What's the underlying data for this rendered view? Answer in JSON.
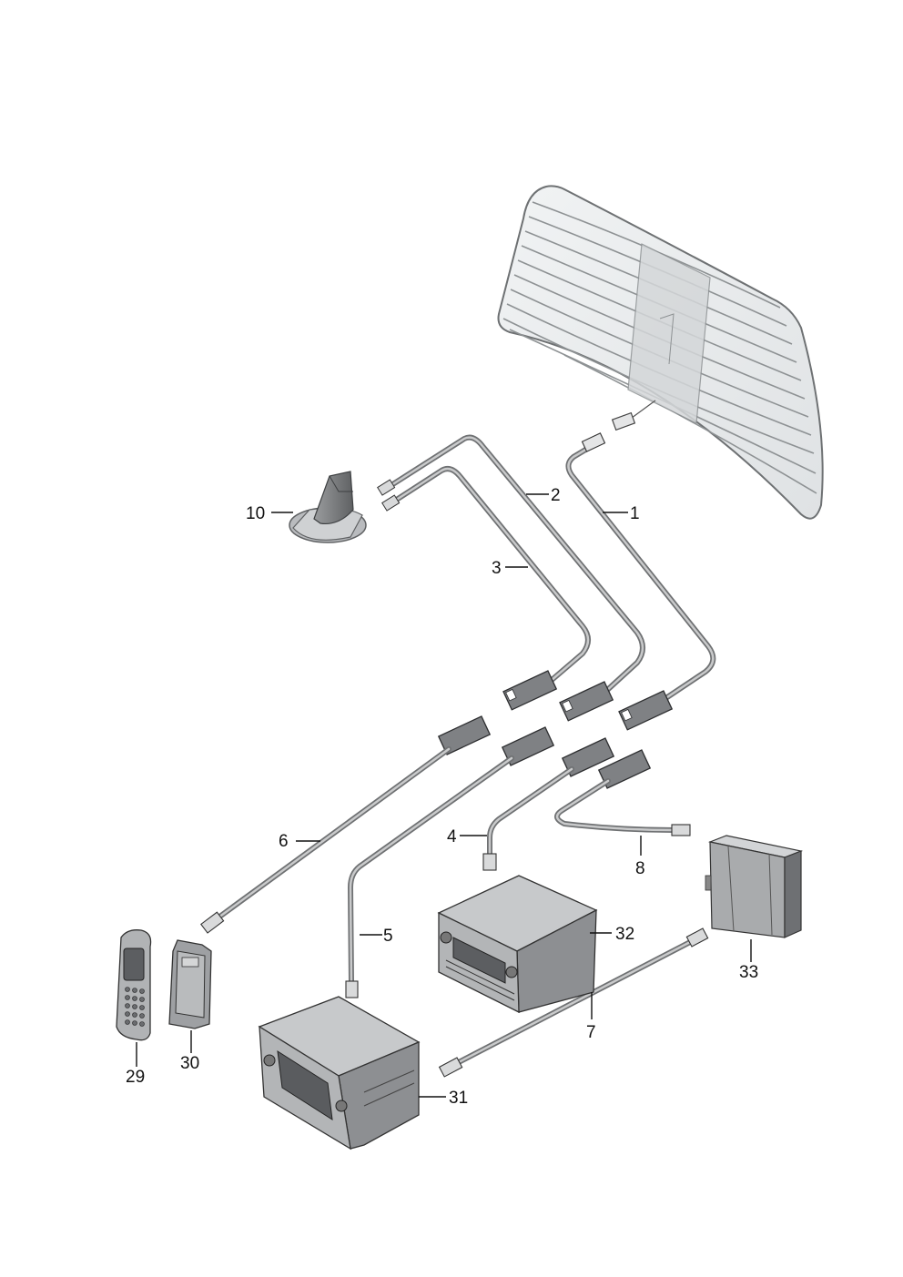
{
  "diagram": {
    "parts": [
      {
        "id": "rear-window",
        "callout": "1"
      },
      {
        "id": "cable-2",
        "callout": "2"
      },
      {
        "id": "cable-3",
        "callout": "3"
      },
      {
        "id": "cable-4",
        "callout": "4"
      },
      {
        "id": "cable-5",
        "callout": "5"
      },
      {
        "id": "cable-6",
        "callout": "6"
      },
      {
        "id": "cable-7",
        "callout": "7"
      },
      {
        "id": "cable-8",
        "callout": "8"
      },
      {
        "id": "roof-antenna",
        "callout": "10"
      },
      {
        "id": "phone-handset",
        "callout": "29"
      },
      {
        "id": "phone-cradle",
        "callout": "30"
      },
      {
        "id": "navigation-unit",
        "callout": "31"
      },
      {
        "id": "radio-unit",
        "callout": "32"
      },
      {
        "id": "control-module",
        "callout": "33"
      }
    ]
  }
}
